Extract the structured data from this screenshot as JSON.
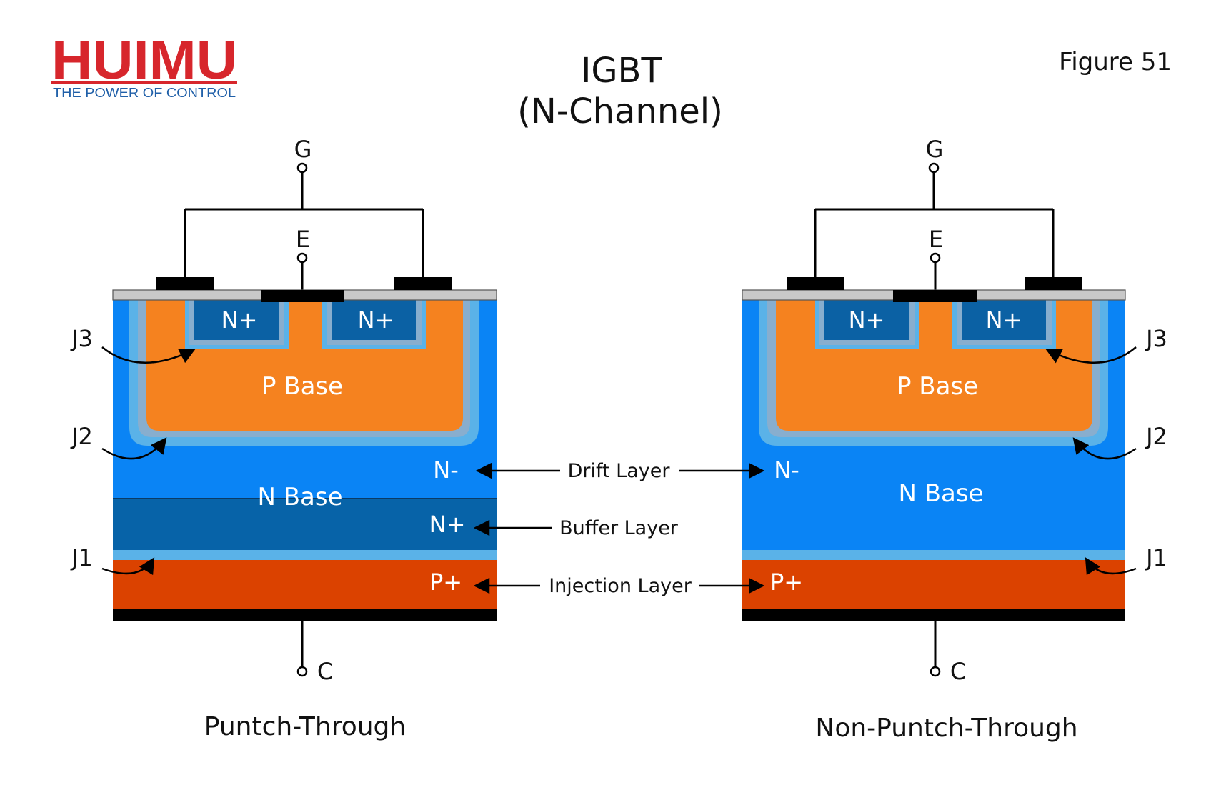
{
  "logo": {
    "brand": "HUIMU",
    "tagline": "THE POWER OF CONTROL"
  },
  "title": {
    "line1": "IGBT",
    "line2": "(N-Channel)"
  },
  "figure_label": "Figure 51",
  "terminals": {
    "gate": "G",
    "emitter": "E",
    "collector": "C"
  },
  "regions": {
    "p_base": "P Base",
    "n_base": "N Base",
    "n_plus": "N+",
    "n_minus": "N-",
    "p_plus": "P+"
  },
  "junctions": {
    "j1": "J1",
    "j2": "J2",
    "j3": "J3"
  },
  "layers": {
    "drift": "Drift Layer",
    "buffer": "Buffer Layer",
    "injection": "Injection Layer"
  },
  "captions": {
    "left": "Puntch-Through",
    "right": "Non-Puntch-Through"
  },
  "colors": {
    "brand_red": "#d7262c",
    "brand_blue": "#1f5fa8",
    "n_base": "#0a84f5",
    "buffer": "#0763a8",
    "p_base": "#f5821f",
    "p_plus": "#db4200",
    "n_plus": "#0b61a4",
    "junction": "#5ab2e8",
    "oxide": "#c8c8c8",
    "metal": "#000000"
  }
}
